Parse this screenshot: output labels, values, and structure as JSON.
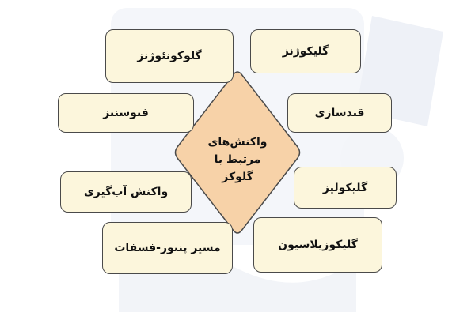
{
  "center": {
    "line1": "واکنش‌های",
    "line2": "مرتبط با",
    "line3": "گلوکز"
  },
  "nodes": {
    "glycogenesis": "گلیکوژنز",
    "gluconeogenesis": "گلوکونئوژنز",
    "sugar_formation": "قندسازی",
    "photosynthesis": "فتوسنتز",
    "glycolysis": "گلیکولیز",
    "dehydration_reaction": "واکنش آب‌گیری",
    "glycosylation": "گلیکوزیلاسیون",
    "pentose_phosphate_pathway": "مسیر پنتوز-فسفات"
  },
  "colors": {
    "node_fill": "#fcf6dc",
    "center_fill": "#f7d2a8",
    "border": "#4a4a4a",
    "watermark": "#eef1f7"
  }
}
